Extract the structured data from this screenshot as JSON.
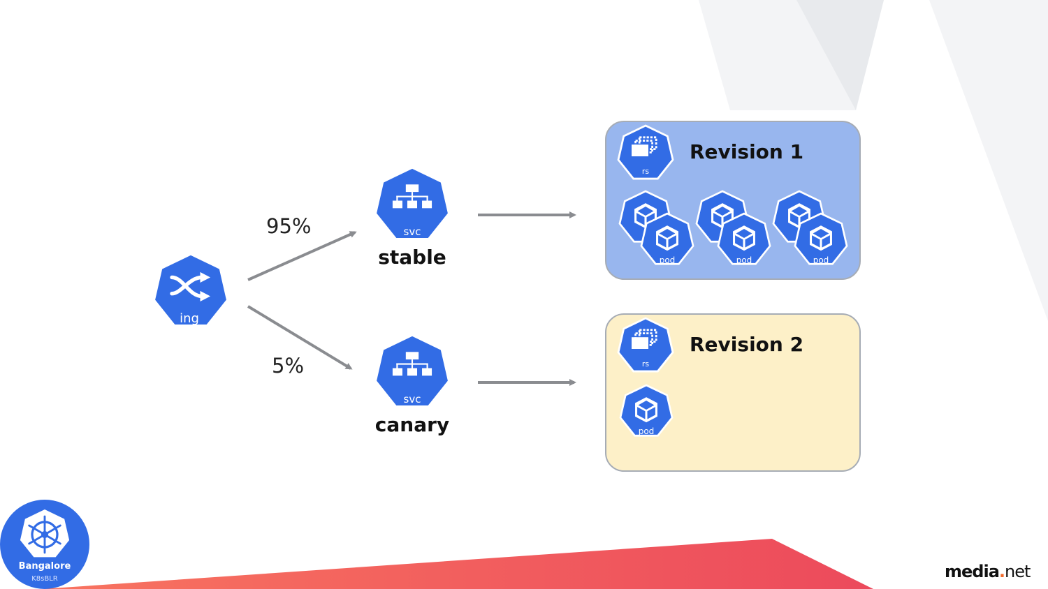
{
  "ingress": {
    "label": "ing"
  },
  "routes": [
    {
      "percent": "95%",
      "service": {
        "label": "svc",
        "name": "stable"
      }
    },
    {
      "percent": "5%",
      "service": {
        "label": "svc",
        "name": "canary"
      }
    }
  ],
  "revisions": [
    {
      "title": "Revision 1",
      "rs_label": "rs",
      "pod_label": "pod",
      "pods": 3,
      "color": "#98b6ee"
    },
    {
      "title": "Revision 2",
      "rs_label": "rs",
      "pod_label": "pod",
      "pods": 1,
      "color": "#fdf0c8"
    }
  ],
  "badge": {
    "city": "Bangalore",
    "code": "K8sBLR"
  },
  "brand": {
    "part1": "media",
    "dot": ".",
    "part2": "net"
  },
  "colors": {
    "k8s_blue": "#326ce5",
    "arrow_gray": "#8a8c90",
    "accent_red": "#ef4f5d",
    "accent_orange": "#f87460"
  }
}
